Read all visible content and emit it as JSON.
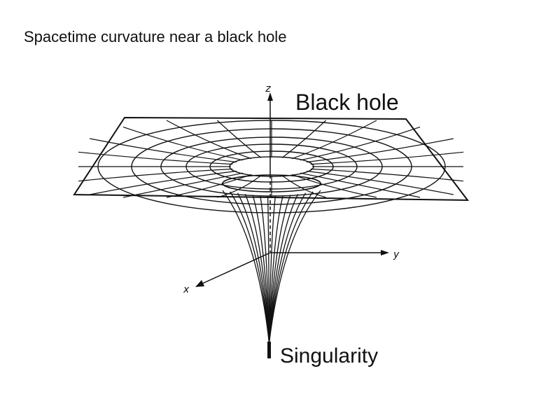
{
  "title": "Spacetime curvature near a black hole",
  "labels": {
    "black_hole": "Black hole",
    "singularity": "Singularity"
  },
  "axes": {
    "x": "x",
    "y": "y",
    "z": "z"
  },
  "colors": {
    "background": "#ffffff",
    "ink": "#111111"
  }
}
